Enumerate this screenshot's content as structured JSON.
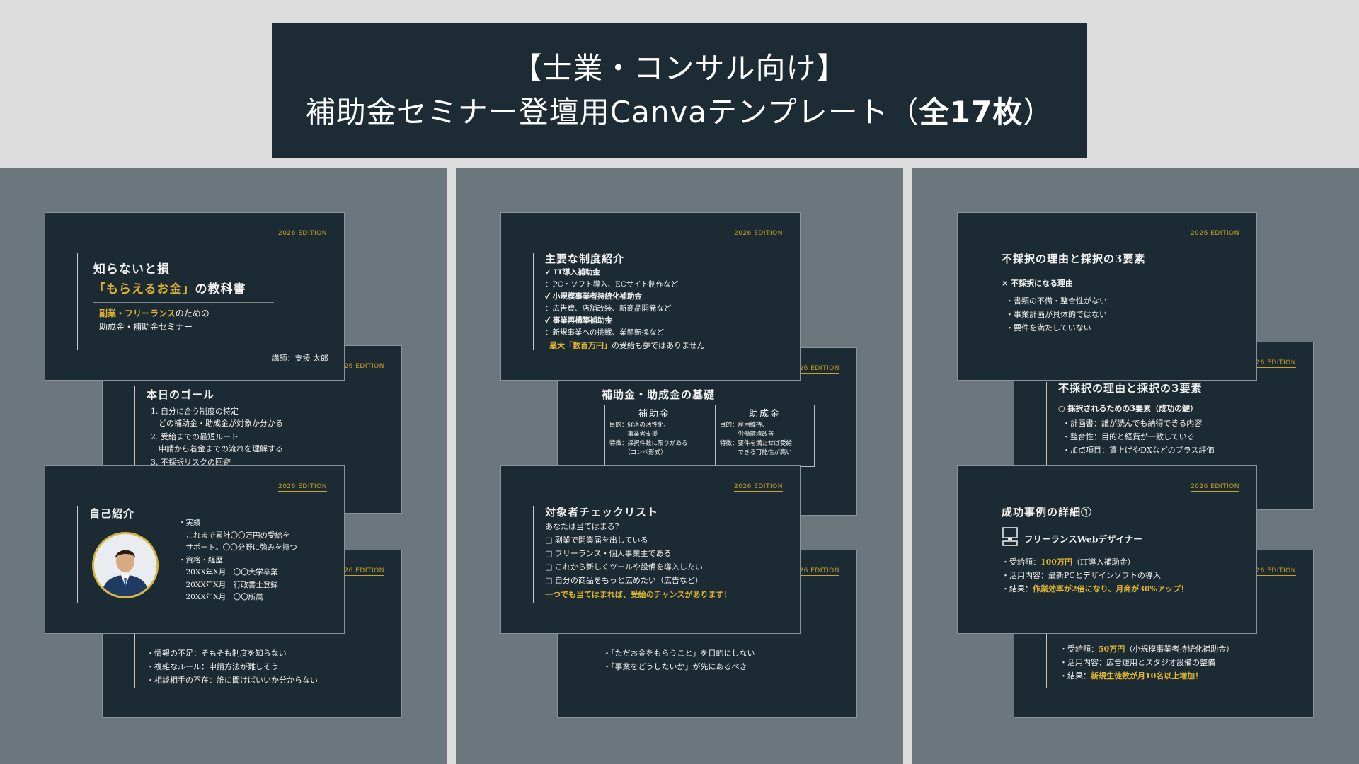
{
  "banner": {
    "line1": "【士業・コンサル向け】",
    "line2_prefix": "補助金セミナー登壇用Canvaテンプレート（",
    "line2_bold": "全17枚",
    "line2_suffix": "）"
  },
  "edition": "2026 EDITION",
  "edition_partial": "26 EDITION",
  "panel1": {
    "cover": {
      "title1": "知らないと損",
      "title2_gold": "「もらえるお金」",
      "title2_rest": "の教科書",
      "sub1_gold": "副業・フリーランス",
      "sub1_rest": "のための",
      "sub2": "助成金・補助金セミナー",
      "lecturer": "講師：支援 太郎"
    },
    "goal": {
      "title": "本日のゴール",
      "lines": [
        "1. 自分に合う制度の特定",
        "　どの補助金・助成金が対象か分かる",
        "2. 受給までの最短ルート",
        "　申請から着金までの流れを理解する",
        "3. 不採択リスクの回避"
      ]
    },
    "intro": {
      "title": "自己紹介",
      "lines": [
        "・実績",
        "　これまで累計〇〇万円の受給を",
        "　サポート。〇〇分野に強みを持つ",
        "・資格・経歴",
        "　20XX年X月　〇〇大学卒業",
        "　20XX年X月　行政書士登録",
        "　20XX年X月　〇〇所属"
      ]
    },
    "reasons": {
      "lines": [
        "・情報の不足：そもそも制度を知らない",
        "・複雑なルール：申請方法が難しそう",
        "・相談相手の不在：誰に聞けばいいか分からない"
      ]
    }
  },
  "panel2": {
    "programs": {
      "title": "主要な制度紹介",
      "items": [
        {
          "name": "✓ IT導入補助金",
          "desc": "：PC・ソフト導入、ECサイト制作など"
        },
        {
          "name": "✓ 小規模事業者持続化補助金",
          "desc": "：広告費、店舗改装、新商品開発など"
        },
        {
          "name": "✓ 事業再構築補助金",
          "desc": "：新規事業への挑戦、業態転換など"
        }
      ],
      "footer_gold": "最大「数百万円」",
      "footer_rest": "の受給も夢ではありません"
    },
    "basics": {
      "title": "補助金・助成金の基礎",
      "box1": {
        "head": "補助金",
        "lines": [
          "目的：経済の活性化、",
          "　　　事業者支援",
          "特徴：採択件数に限りがある",
          "　　　（コンペ形式）"
        ]
      },
      "box2": {
        "head": "助成金",
        "lines": [
          "目的：雇用維持、",
          "　　　労働環境改善",
          "特徴：要件を満たせば受給",
          "　　　できる可能性が高い"
        ]
      }
    },
    "checklist": {
      "title": "対象者チェックリスト",
      "question": "あなたは当てはまる？",
      "items": [
        "□ 副業で開業届を出している",
        "□ フリーランス・個人事業主である",
        "□ これから新しくツールや設備を導入したい",
        "□ 自分の商品をもっと広めたい（広告など）"
      ],
      "footer": "一つでも当てはまれば、受給のチャンスがあります！"
    },
    "mindset": {
      "lines": [
        "・「ただお金をもらうこと」を目的にしない",
        "・「事業をどうしたいか」が先にあるべき"
      ]
    }
  },
  "panel3": {
    "reject": {
      "title": "不採択の理由と採択の3要素",
      "sub": "× 不採択になる理由",
      "lines": [
        "・書類の不備・整合性がない",
        "・事業計画が具体的ではない",
        "・要件を満たしていない"
      ]
    },
    "accept": {
      "title": "不採択の理由と採択の3要素",
      "sub": "○ 採択されるための3要素（成功の鍵）",
      "lines": [
        "・計画書：誰が読んでも納得できる内容",
        "・整合性：目的と経費が一致している",
        "・加点項目：賃上げやDXなどのプラス評価"
      ]
    },
    "case1": {
      "title": "成功事例の詳細①",
      "sub": "フリーランスWebデザイナー",
      "l1_pre": "・受給額：",
      "l1_gold": "100万円",
      "l1_post": "（IT導入補助金）",
      "l2": "・活用内容：最新PCとデザインソフトの導入",
      "l3_pre": "・結果：",
      "l3_gold": "作業効率が2倍になり、月商が30%アップ！"
    },
    "case2": {
      "l1_pre": "・受給額：",
      "l1_gold": "50万円",
      "l1_post": "（小規模事業者持続化補助金）",
      "l2": "・活用内容：広告運用とスタジオ設備の整備",
      "l3_pre": "・結果：",
      "l3_gold": "新規生徒数が月10名以上増加！"
    }
  }
}
